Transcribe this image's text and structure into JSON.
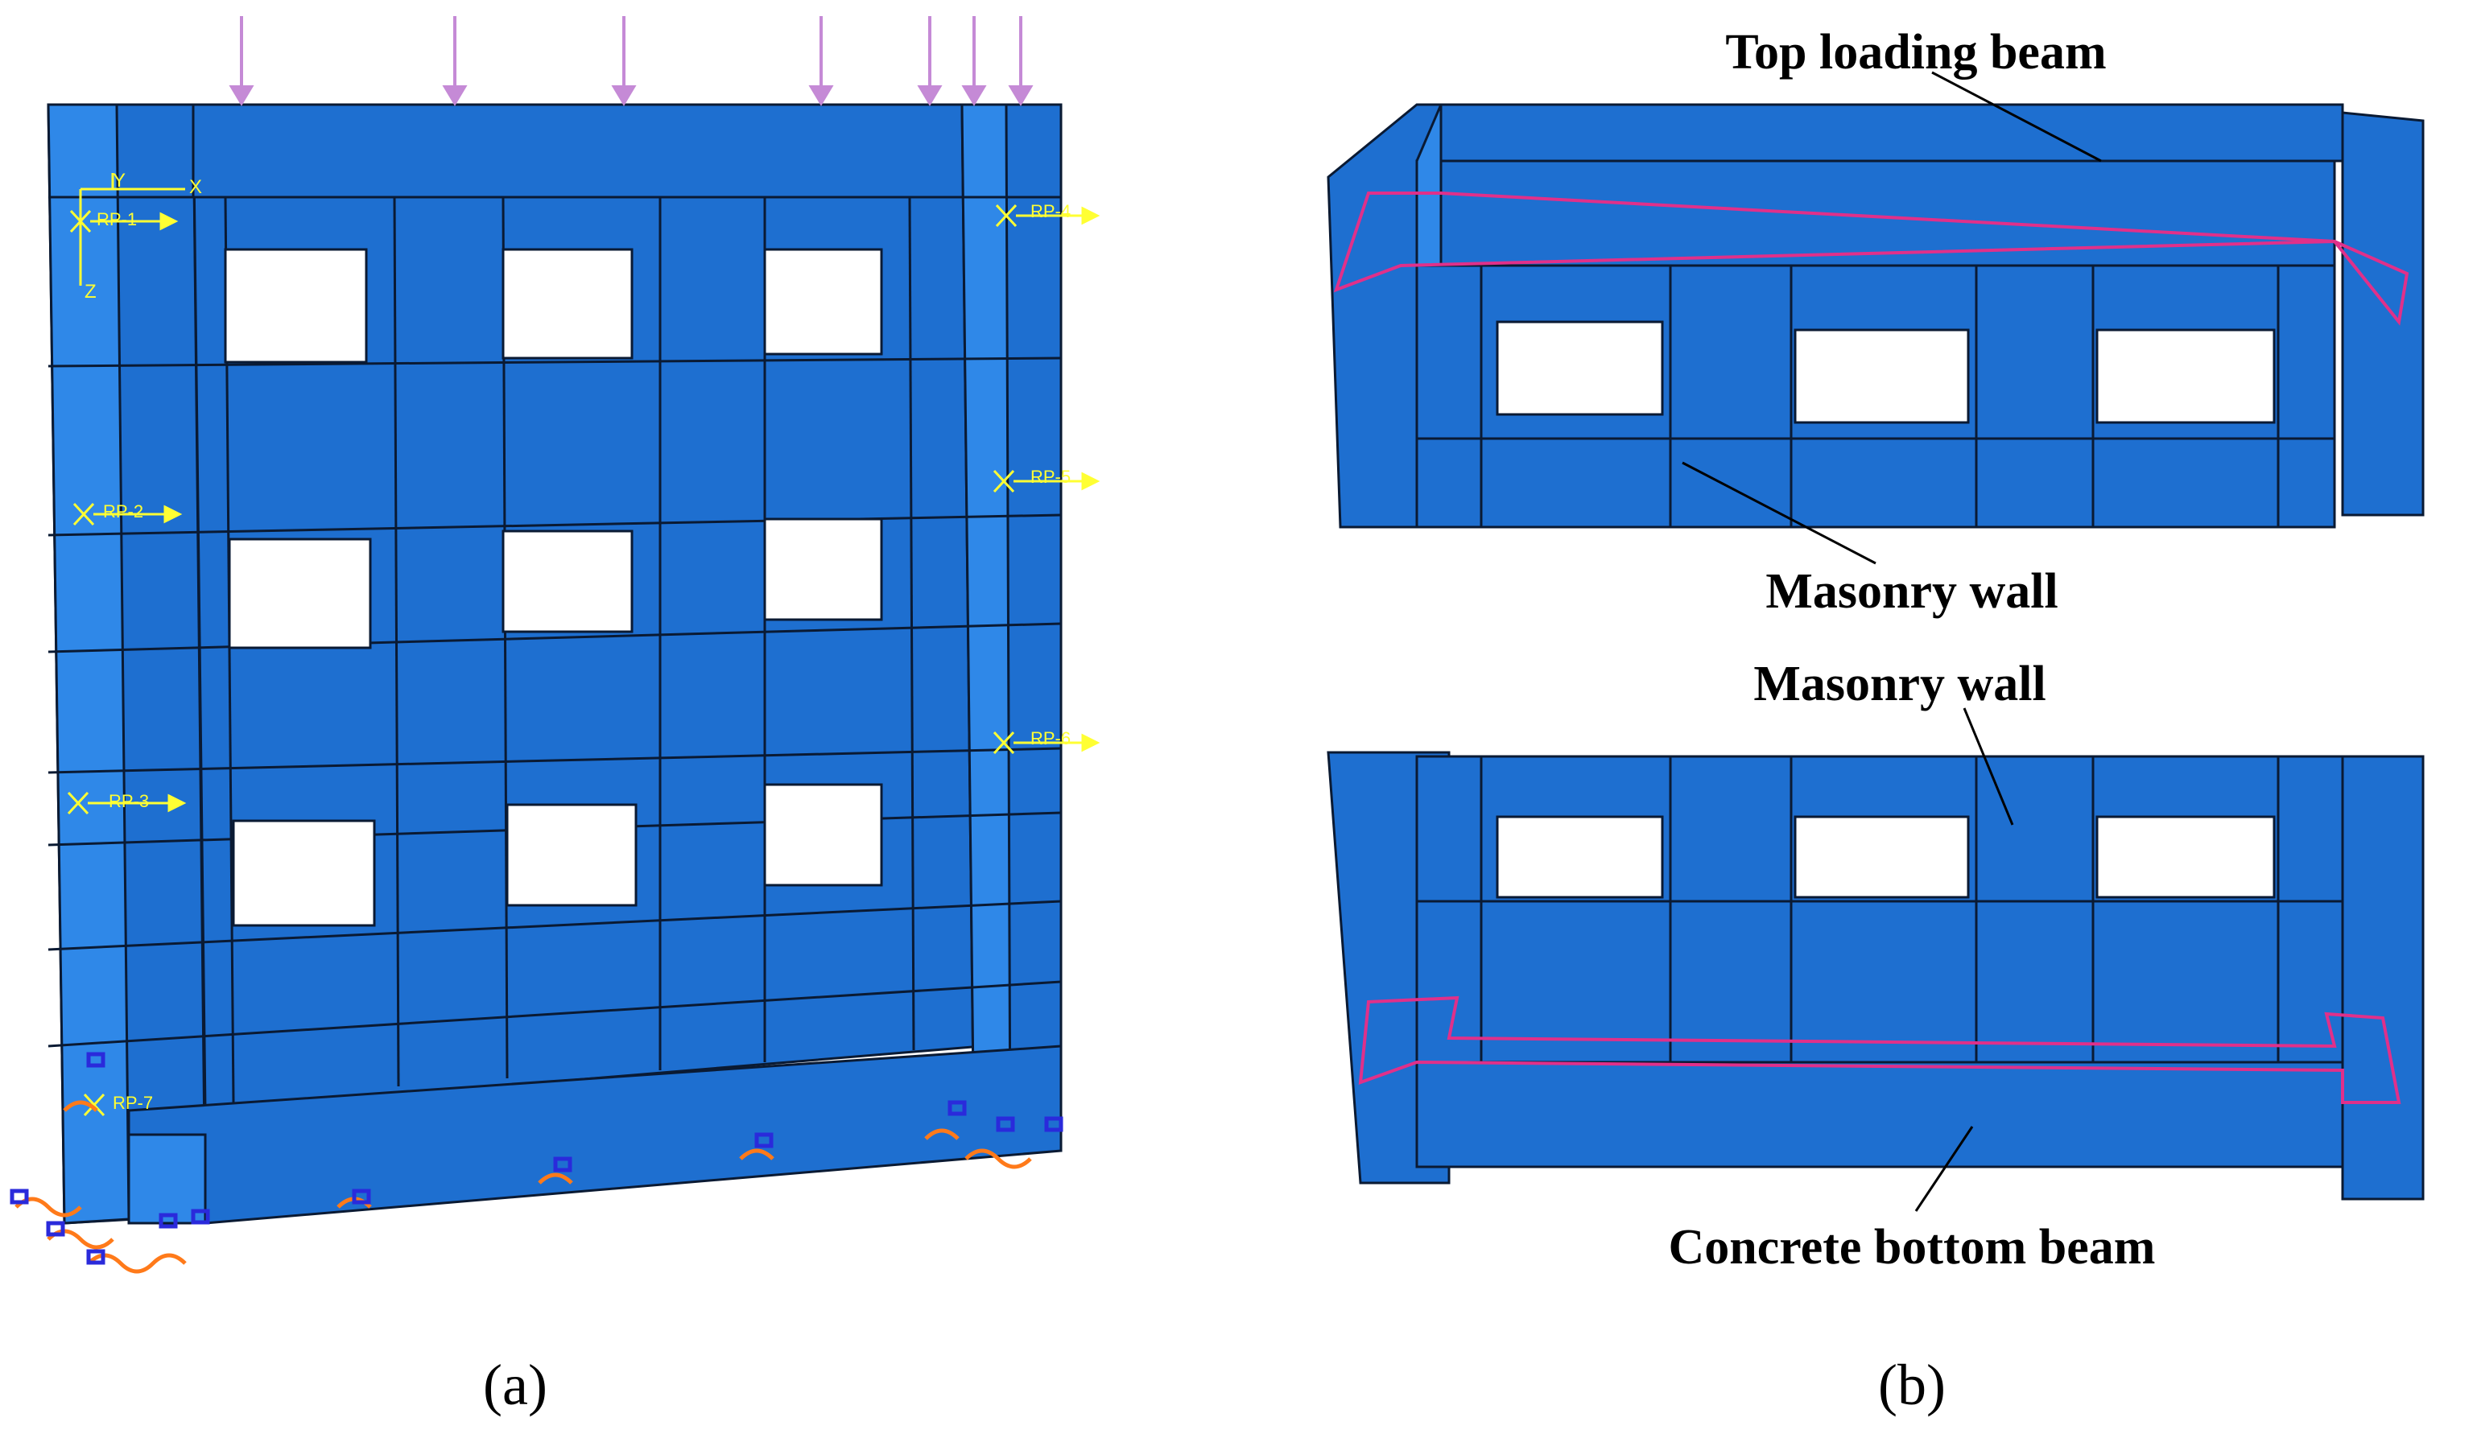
{
  "panel_a": {
    "label": "(a)",
    "axis_labels": [
      "Y",
      "X",
      "Z"
    ],
    "reference_points": [
      "RP-1",
      "RP-2",
      "RP-3",
      "RP-4",
      "RP-5",
      "RP-6",
      "RP-7"
    ]
  },
  "panel_b": {
    "label": "(b)",
    "callouts": {
      "top_loading_beam": "Top loading beam",
      "masonry_wall_upper": "Masonry wall",
      "masonry_wall_lower": "Masonry wall",
      "concrete_bottom_beam": "Concrete bottom beam"
    }
  },
  "colors": {
    "model_blue": "#1e6fd0",
    "model_blue_light": "#2f88e8",
    "model_blue_dark": "#1759a8",
    "edge": "#0a1a33",
    "load_arrow": "#c58ad6",
    "reference_point": "#ffff33",
    "boundary_condition_orange": "#ff7a1a",
    "boundary_condition_blue": "#2a2adb",
    "constraint_magenta": "#e0308a"
  }
}
